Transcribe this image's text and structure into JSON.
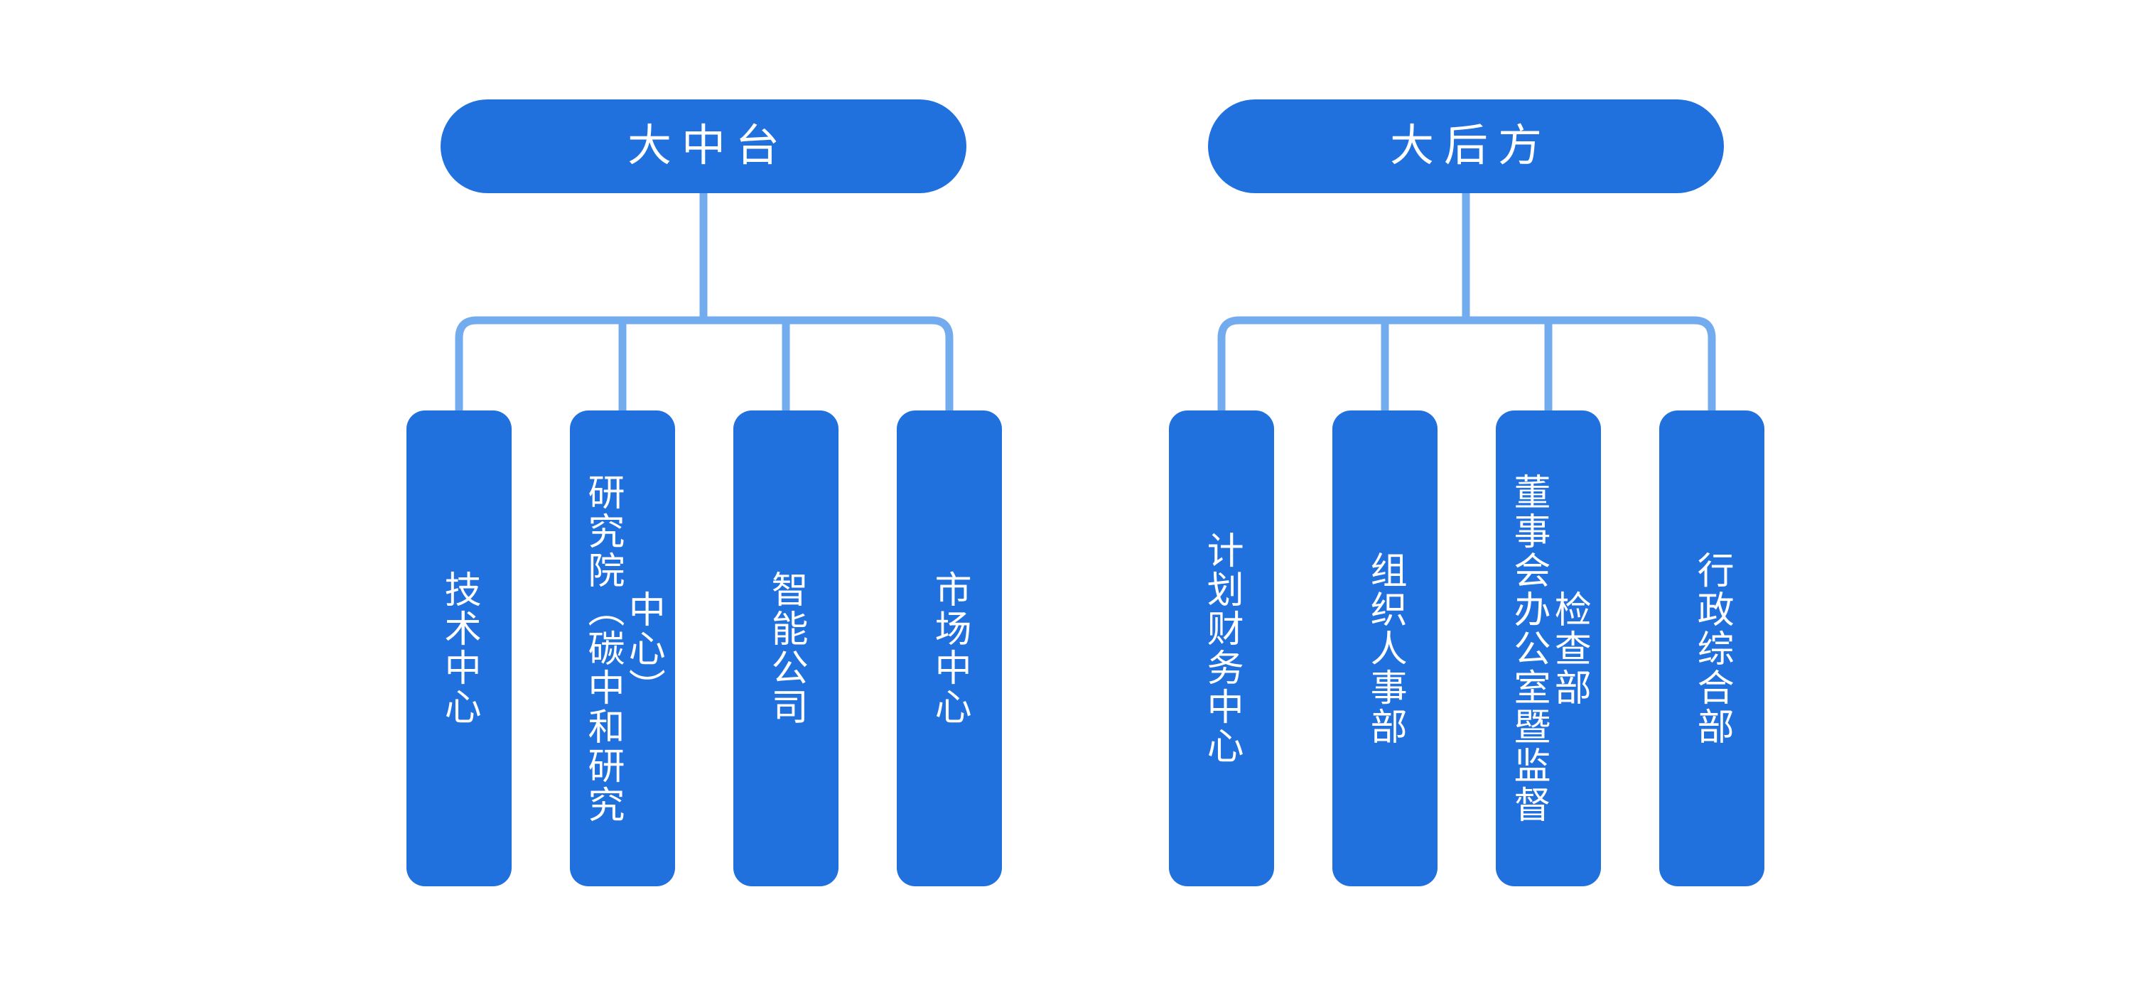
{
  "diagram": {
    "type": "organization-chart",
    "title": "",
    "colors": {
      "node_fill": "#2070de",
      "connector": "#72acee",
      "node_text": "#ffffff",
      "background": "#ffffff"
    },
    "groups": [
      {
        "id": "zhongtai",
        "header": "大中台",
        "children": [
          {
            "label": "技术中心",
            "wrap": false
          },
          {
            "label": "研究院（碳中和研究中心）",
            "wrap": true
          },
          {
            "label": "智能公司",
            "wrap": false
          },
          {
            "label": "市场中心",
            "wrap": false
          }
        ]
      },
      {
        "id": "houfang",
        "header": "大后方",
        "children": [
          {
            "label": "计划财务中心",
            "wrap": false
          },
          {
            "label": "组织人事部",
            "wrap": false
          },
          {
            "label": "董事会办公室暨监督检查部",
            "wrap": true
          },
          {
            "label": "行政综合部",
            "wrap": false
          }
        ]
      }
    ]
  }
}
